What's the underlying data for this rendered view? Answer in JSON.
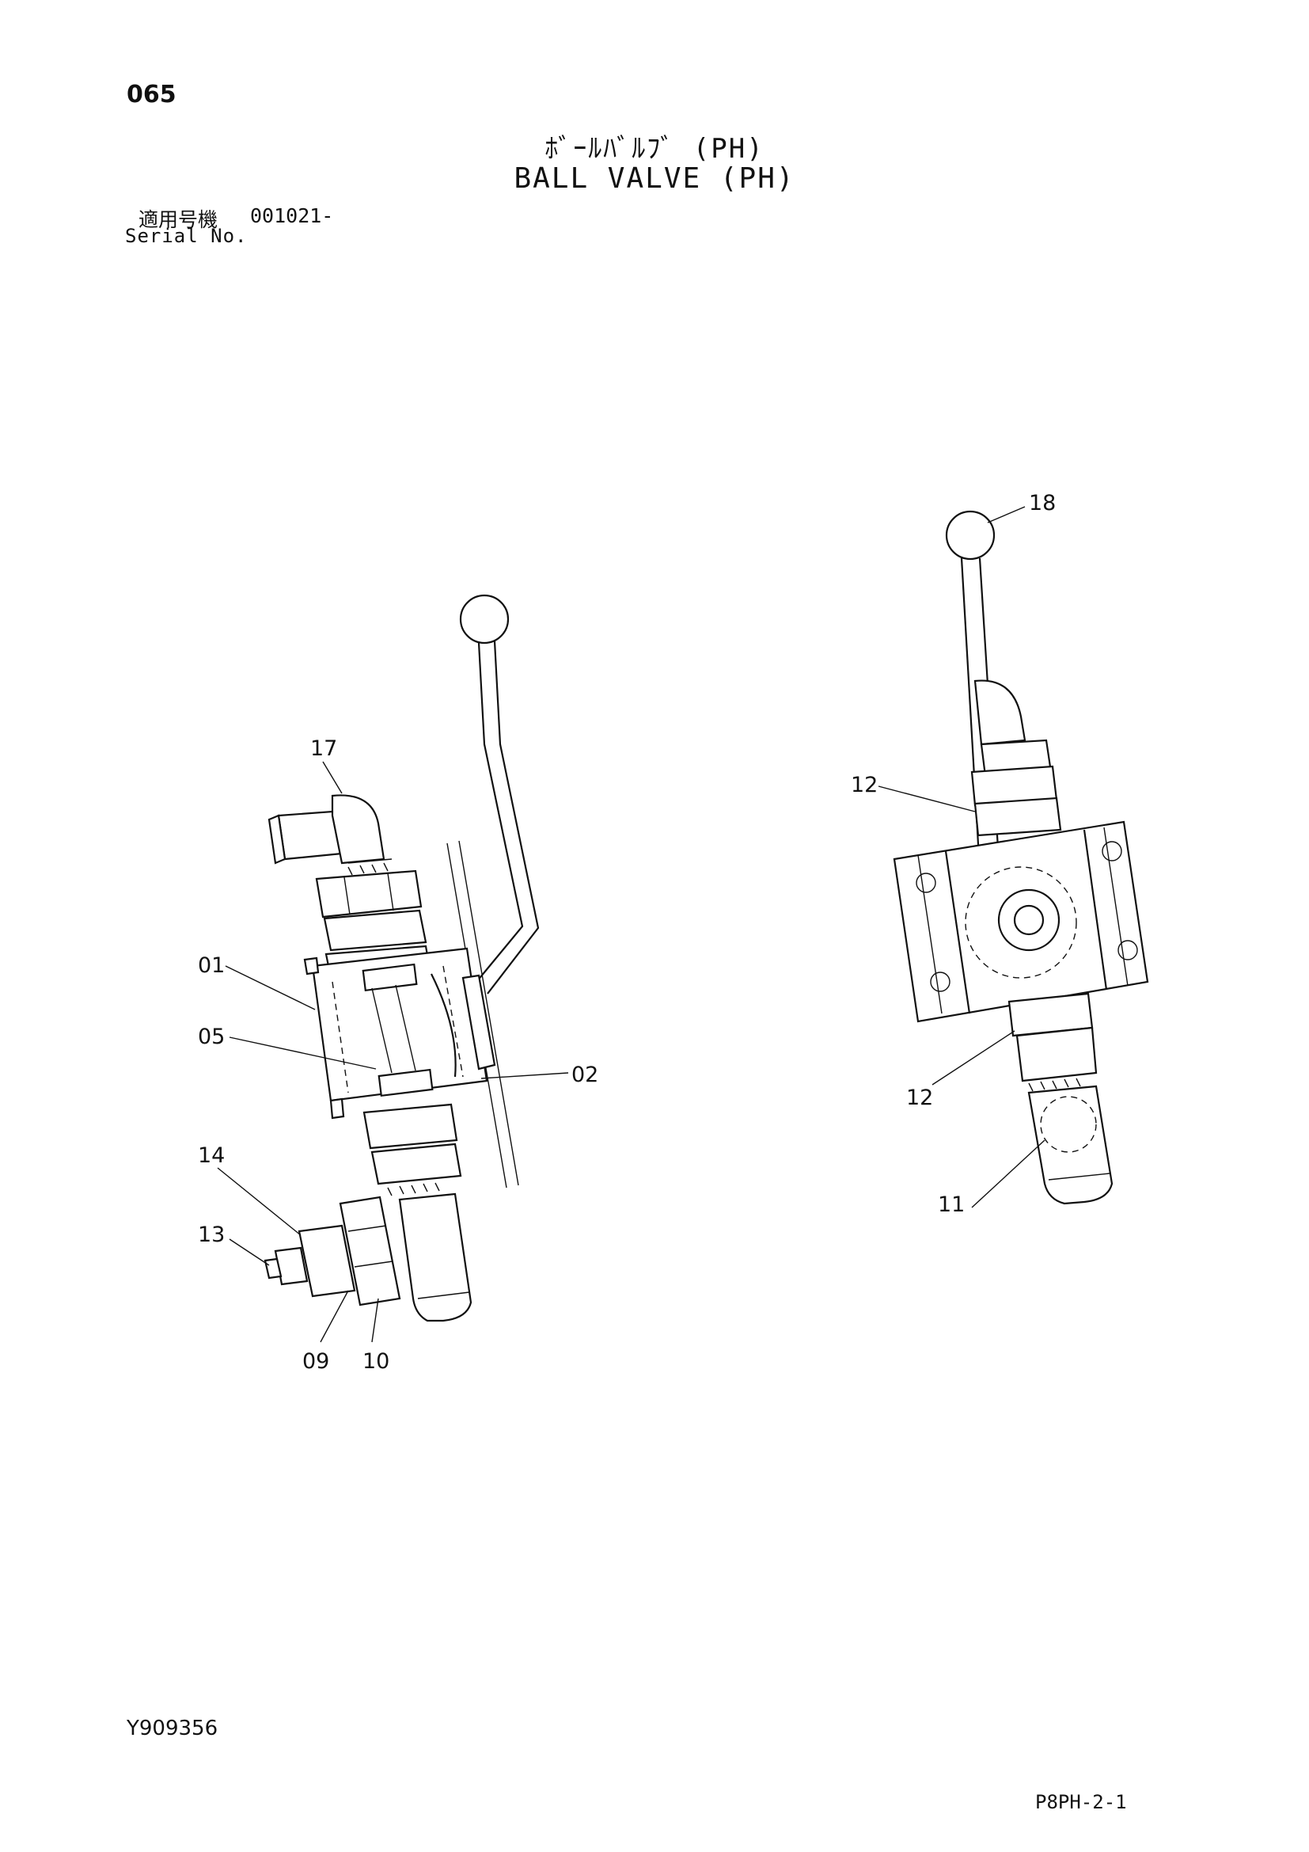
{
  "header": {
    "page_number": "065",
    "title_jp": "ﾎﾞｰﾙﾊﾞﾙﾌﾞ (PH)",
    "title_en": "BALL VALVE (PH)",
    "serial_label_jp": "適用号機",
    "serial_value": "001021-",
    "serial_label_en": "Serial No."
  },
  "footer": {
    "document_code": "Y909356",
    "page_code": "P8PH-2-1"
  },
  "callouts": {
    "c17": "17",
    "c01": "01",
    "c05": "05",
    "c02": "02",
    "c14": "14",
    "c13": "13",
    "c09": "09",
    "c10": "10",
    "c18": "18",
    "c12a": "12",
    "c12b": "12",
    "c11": "11"
  }
}
